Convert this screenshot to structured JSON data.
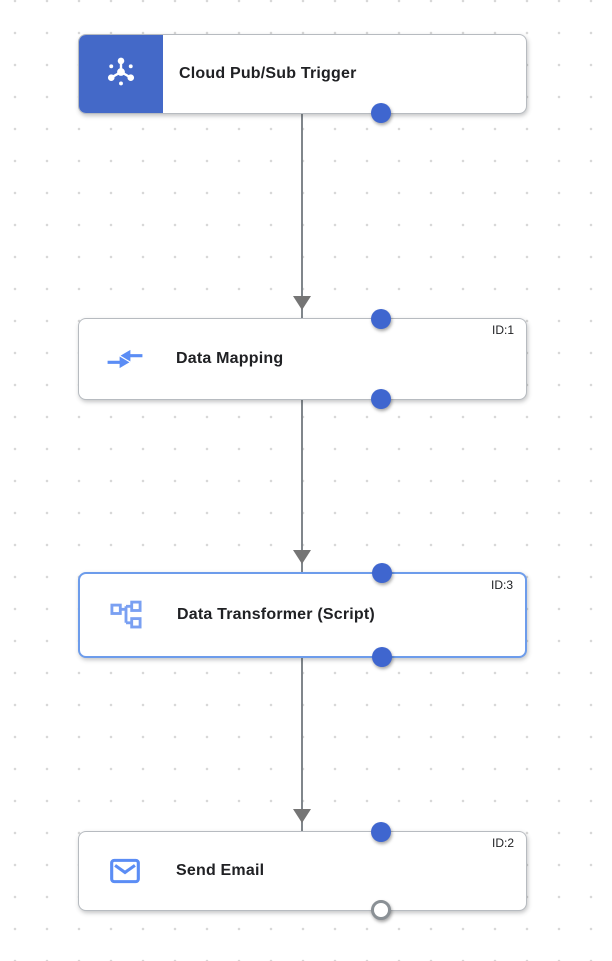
{
  "canvas": {
    "dot_color": "#d8d8d8",
    "connector_color": "#80868b"
  },
  "colors": {
    "trigger_blue": "#4469c8",
    "port_blue": "#3f66cf",
    "selected_border_blue": "#6d9ceb",
    "icon_blue": "#5b8df5",
    "icon_light_blue": "#7aa0f2",
    "node_border_gray": "#b7bbc0",
    "label_color": "#202124"
  },
  "nodes": [
    {
      "label": "Cloud Pub/Sub Trigger",
      "type": "trigger",
      "icon": "pubsub-icon"
    },
    {
      "label": "Data Mapping",
      "id_label": "ID:1",
      "type": "task",
      "icon": "data-mapping-icon"
    },
    {
      "label": "Data Transformer (Script)",
      "id_label": "ID:3",
      "type": "task",
      "icon": "data-transformer-icon",
      "selected": true
    },
    {
      "label": "Send Email",
      "id_label": "ID:2",
      "type": "task",
      "icon": "email-icon"
    }
  ]
}
